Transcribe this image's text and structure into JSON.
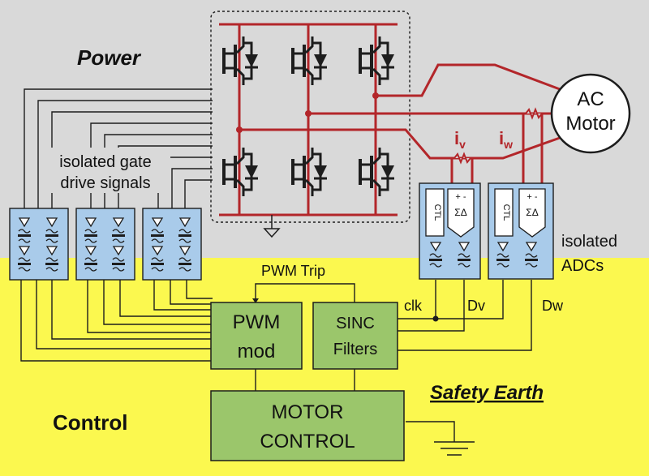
{
  "zones": {
    "power_label": "Power",
    "control_label": "Control",
    "safety_label": "Safety Earth"
  },
  "labels": {
    "gate_drive_line1": "isolated gate",
    "gate_drive_line2": "drive signals",
    "isolated_adcs_line1": "isolated",
    "isolated_adcs_line2": "ADCs",
    "pwm_trip": "PWM Trip",
    "clk": "clk",
    "dv": "Dv",
    "dw": "Dw",
    "iv_main": "i",
    "iv_sub": "v",
    "iw_main": "i",
    "iw_sub": "w"
  },
  "blocks": {
    "pwm_line1": "PWM",
    "pwm_line2": "mod",
    "sinc_line1": "SINC",
    "sinc_line2": "Filters",
    "motor_control_line1": "MOTOR",
    "motor_control_line2": "CONTROL",
    "ac_motor_line1": "AC",
    "ac_motor_line2": "Motor"
  },
  "adc": {
    "ctl_label": "CTL",
    "sigma_delta_label": "ΣΔ"
  },
  "colors": {
    "power_bg": "#d9d9d9",
    "control_bg": "#fbf84f",
    "block_green": "#9bc66b",
    "isolator_blue": "#a9cbea",
    "power_wire": "#b3262a"
  }
}
